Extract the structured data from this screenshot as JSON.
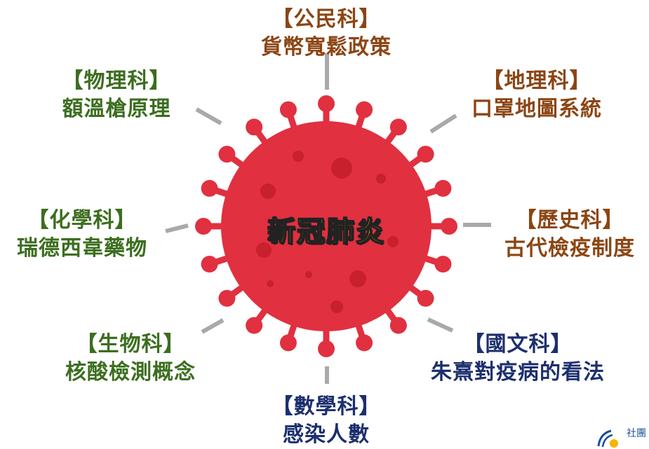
{
  "center": {
    "label": "新冠肺炎"
  },
  "colors": {
    "virus": "#e13040",
    "virus_spot": "#c8202c",
    "connector": "#a9a9a9",
    "brown": "#8b4513",
    "green": "#3c6e1f",
    "navy": "#1c2f6e"
  },
  "nodes": [
    {
      "id": "civics",
      "subject": "【公民科】",
      "topic": "貨幣寬鬆政策",
      "color": "#8b4513"
    },
    {
      "id": "geography",
      "subject": "【地理科】",
      "topic": "口罩地圖系統",
      "color": "#8b4513"
    },
    {
      "id": "history",
      "subject": "【歷史科】",
      "topic": "古代檢疫制度",
      "color": "#8b4513"
    },
    {
      "id": "chinese",
      "subject": "【國文科】",
      "topic": "朱熹對疫病的看法",
      "color": "#1c2f6e"
    },
    {
      "id": "math",
      "subject": "【數學科】",
      "topic": "感染人數",
      "color": "#1c2f6e"
    },
    {
      "id": "biology",
      "subject": "【生物科】",
      "topic": "核酸檢測概念",
      "color": "#3c6e1f"
    },
    {
      "id": "chemistry",
      "subject": "【化學科】",
      "topic": "瑞德西韋藥物",
      "color": "#3c6e1f"
    },
    {
      "id": "physics",
      "subject": "【物理科】",
      "topic": "額溫槍原理",
      "color": "#3c6e1f"
    }
  ],
  "logo": {
    "icon": "school-logo-icon",
    "text": "社團"
  }
}
